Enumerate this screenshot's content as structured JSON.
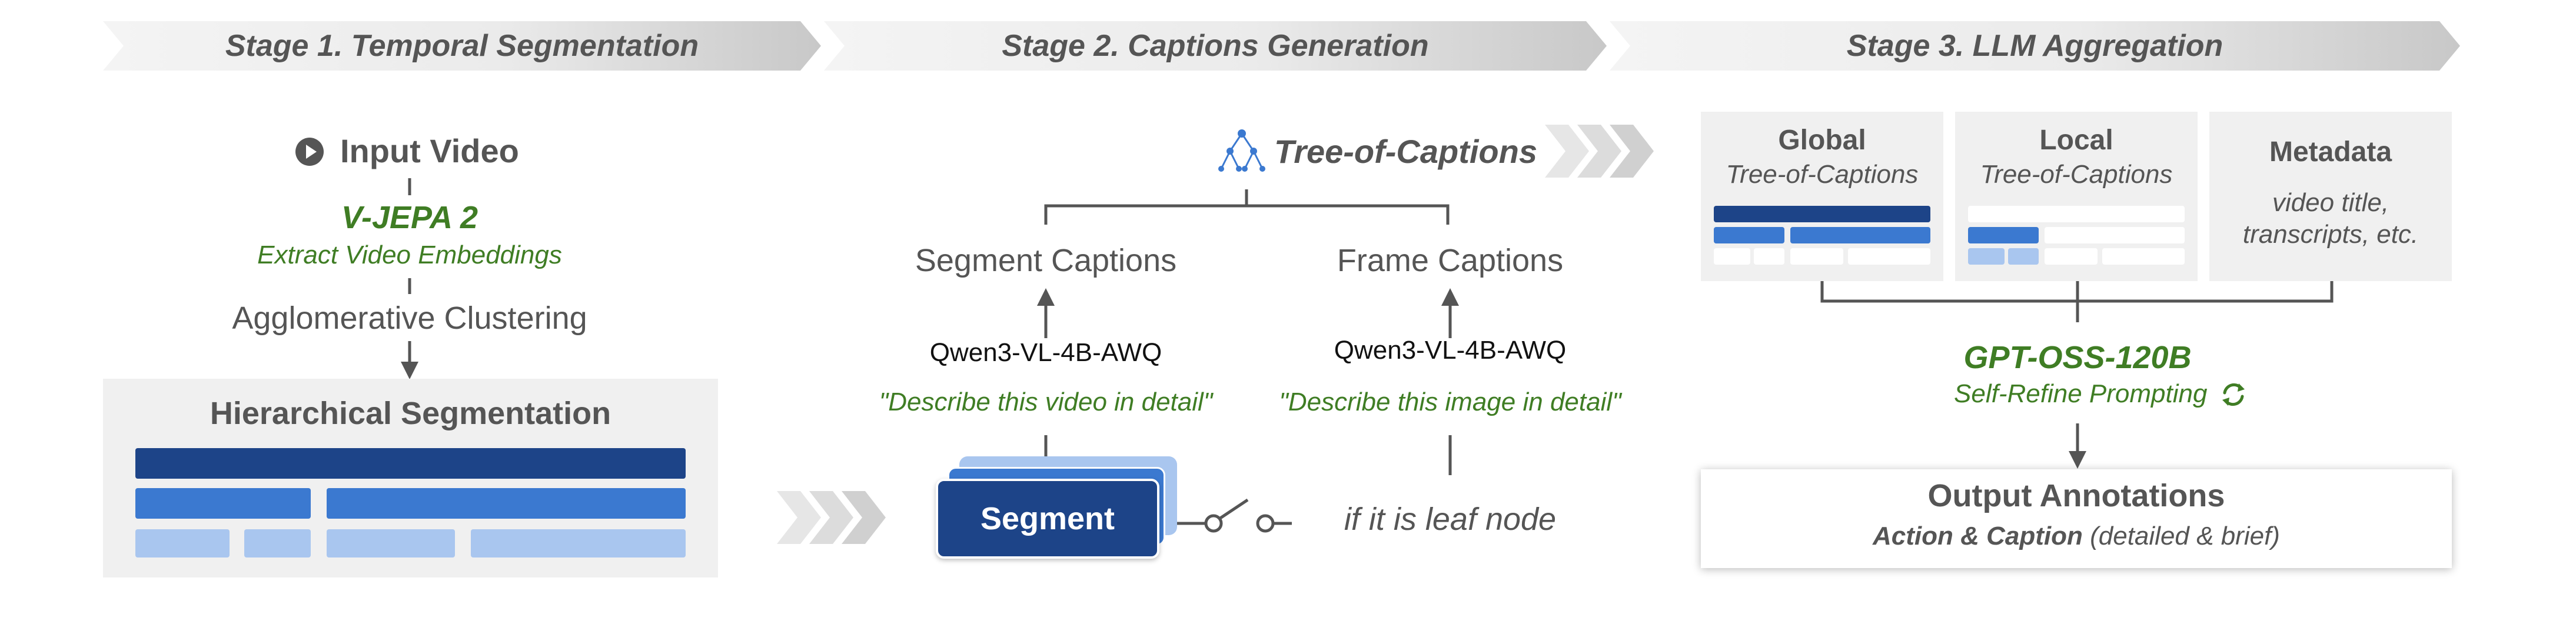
{
  "stages": [
    {
      "title": "Stage 1. Temporal Segmentation"
    },
    {
      "title": "Stage 2. Captions Generation"
    },
    {
      "title": "Stage 3. LLM Aggregation"
    }
  ],
  "stage1": {
    "input_video": "Input Video",
    "model": "V-JEPA 2",
    "model_task": "Extract Video Embeddings",
    "clustering": "Agglomerative Clustering",
    "output_title": "Hierarchical Segmentation"
  },
  "stage2": {
    "tree_title": "Tree-of-Captions",
    "segment_captions": "Segment Captions",
    "frame_captions": "Frame Captions",
    "model_left": "Qwen3-VL-4B-AWQ",
    "model_right": "Qwen3-VL-4B-AWQ",
    "prompt_left": "\"Describe this video in detail\"",
    "prompt_right": "\"Describe this image in detail\"",
    "segment_label": "Segment",
    "leaf_condition": "if it is leaf node"
  },
  "stage3": {
    "global_title": "Global",
    "global_subtitle": "Tree-of-Captions",
    "local_title": "Local",
    "local_subtitle": "Tree-of-Captions",
    "metadata_title": "Metadata",
    "metadata_line1": "video title,",
    "metadata_line2": "transcripts, etc.",
    "model": "GPT-OSS-120B",
    "model_task": "Self-Refine Prompting",
    "output_title": "Output Annotations",
    "output_bold": "Action & Caption",
    "output_note": " (detailed & brief)"
  },
  "colors": {
    "dark_blue": "#1d4488",
    "mid_blue": "#3b79d0",
    "light_blue": "#a9c6ef",
    "green": "#3f7d24",
    "tree_icon": "#3b79d0",
    "refine_icon": "#3f7d24"
  },
  "icons": {
    "input_video": "play-circle-icon",
    "tree": "tree-icon",
    "refine": "refresh-cycle-icon",
    "flow": "chevron-flow-icon"
  }
}
